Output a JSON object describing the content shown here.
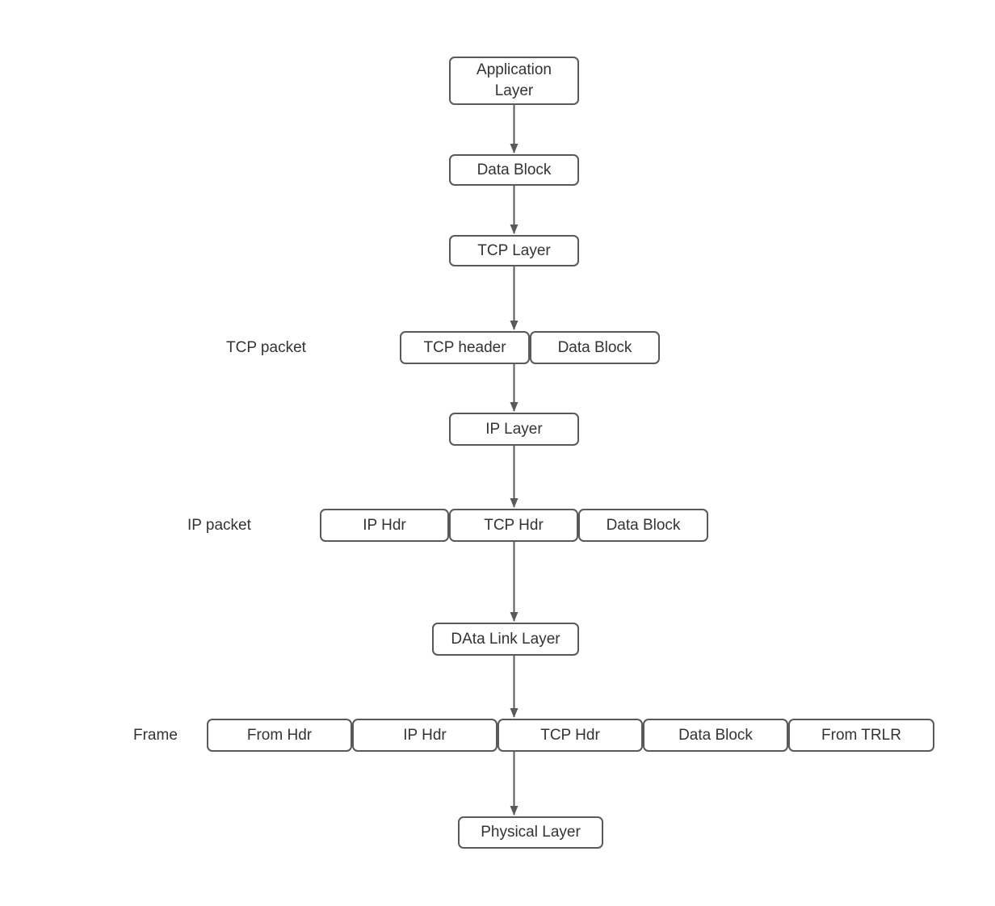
{
  "colors": {
    "border": "#595959",
    "text": "#333333",
    "arrow": "#595959",
    "background": "#ffffff"
  },
  "nodes": [
    {
      "id": "application-layer",
      "label": "Application Layer"
    },
    {
      "id": "data-block-1",
      "label": "Data Block"
    },
    {
      "id": "tcp-layer",
      "label": "TCP Layer"
    },
    {
      "id": "tcp-header",
      "label": "TCP header"
    },
    {
      "id": "data-block-2",
      "label": "Data Block"
    },
    {
      "id": "ip-layer",
      "label": "IP Layer"
    },
    {
      "id": "ip-hdr",
      "label": "IP Hdr"
    },
    {
      "id": "tcp-hdr",
      "label": "TCP Hdr"
    },
    {
      "id": "data-block-3",
      "label": "Data Block"
    },
    {
      "id": "data-link-layer",
      "label": "DAta Link Layer"
    },
    {
      "id": "from-hdr",
      "label": "From Hdr"
    },
    {
      "id": "frame-ip-hdr",
      "label": "IP Hdr"
    },
    {
      "id": "frame-tcp-hdr",
      "label": "TCP Hdr"
    },
    {
      "id": "frame-data-block",
      "label": "Data Block"
    },
    {
      "id": "from-trlr",
      "label": "From TRLR"
    },
    {
      "id": "physical-layer",
      "label": "Physical Layer"
    }
  ],
  "row_labels": [
    {
      "id": "tcp-packet",
      "label": "TCP packet"
    },
    {
      "id": "ip-packet",
      "label": "IP packet"
    },
    {
      "id": "frame",
      "label": "Frame"
    }
  ],
  "edges": [
    {
      "from": "application-layer",
      "to": "data-block-1"
    },
    {
      "from": "data-block-1",
      "to": "tcp-layer"
    },
    {
      "from": "tcp-layer",
      "to": "tcp-packet-row"
    },
    {
      "from": "tcp-packet-row",
      "to": "ip-layer"
    },
    {
      "from": "ip-layer",
      "to": "ip-packet-row"
    },
    {
      "from": "ip-packet-row",
      "to": "data-link-layer"
    },
    {
      "from": "data-link-layer",
      "to": "frame-row"
    },
    {
      "from": "frame-row",
      "to": "physical-layer"
    }
  ]
}
